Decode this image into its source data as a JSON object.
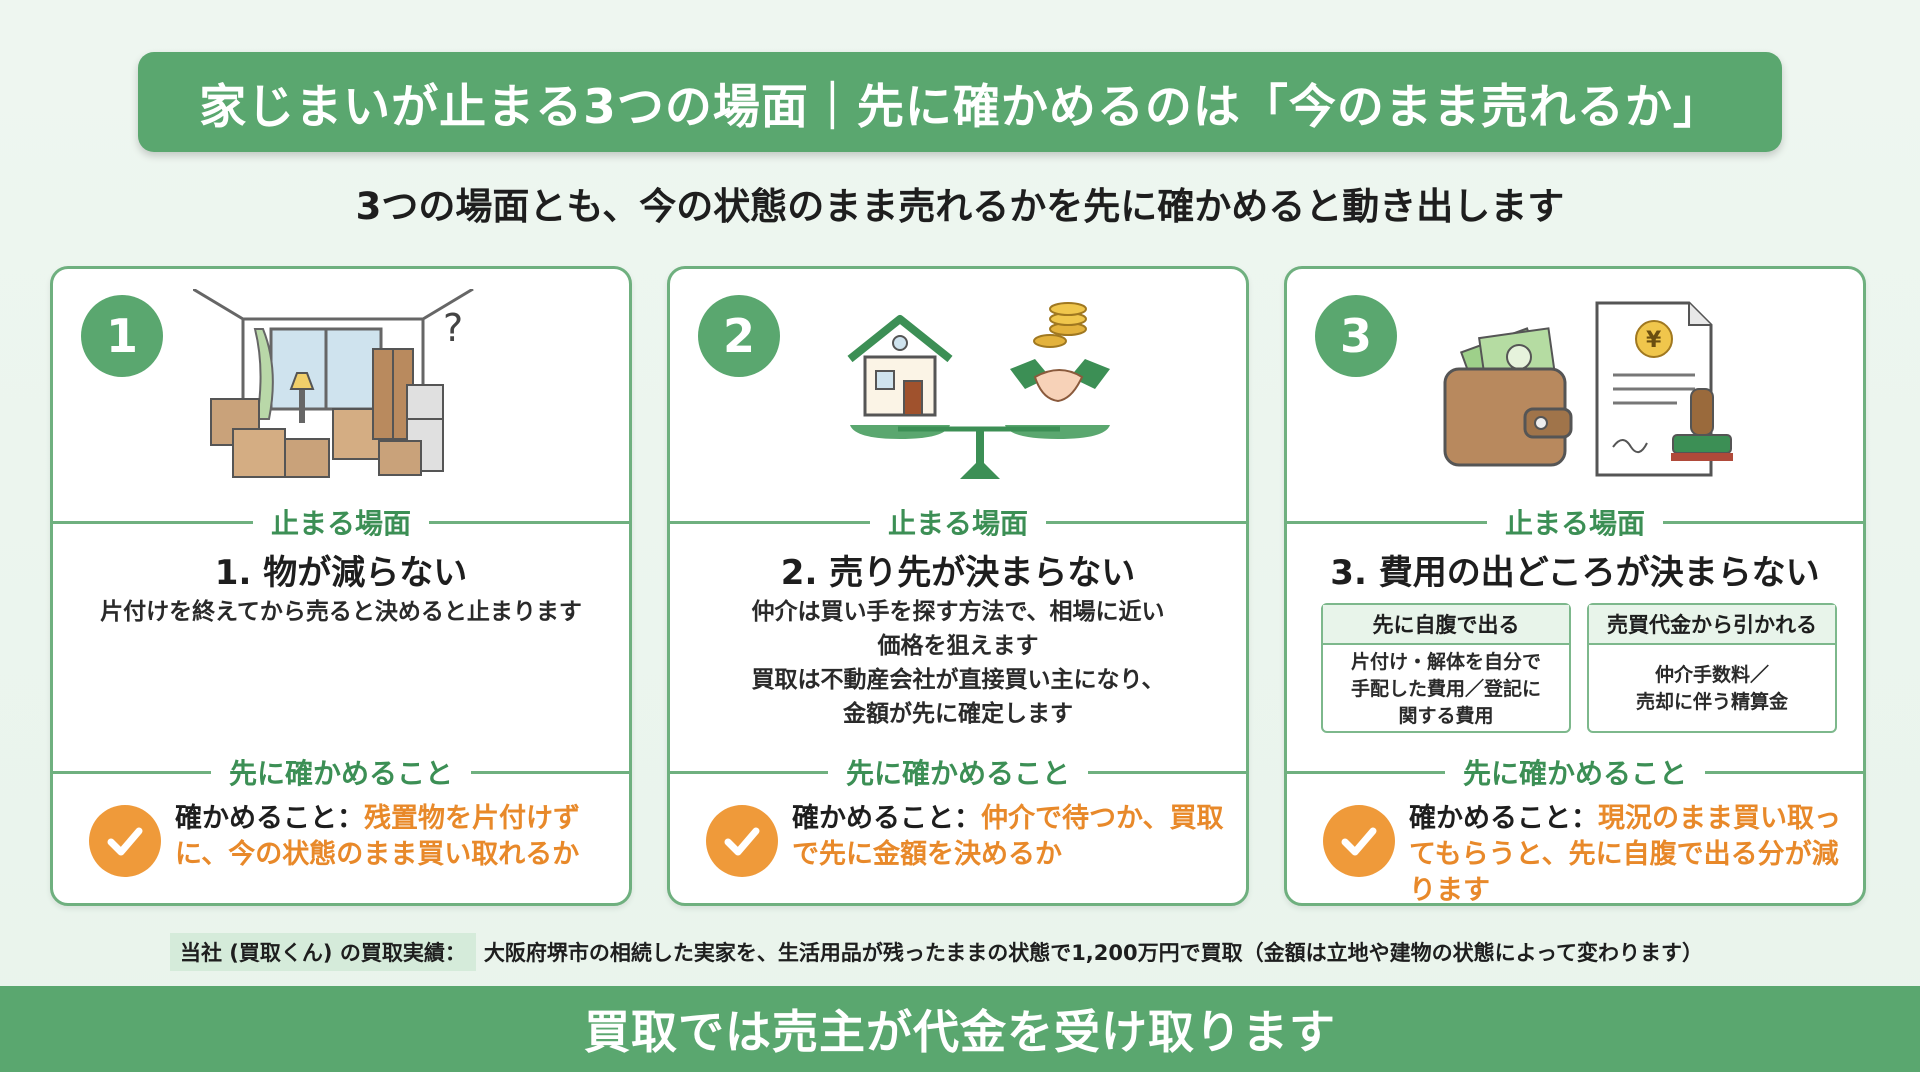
{
  "header": {
    "title": "家じまいが止まる3つの場面｜先に確かめるのは「今のまま売れるか」",
    "subtitle": "3つの場面とも、今の状態のまま売れるかを先に確かめると動き出します"
  },
  "cards": [
    {
      "number": "1",
      "section_label": "止まる場面",
      "scene_title": "1. 物が減らない",
      "desc_lines": [
        "片付けを終えてから売ると決めると止まります"
      ],
      "check_section_label": "先に確かめること",
      "check_label": "確かめること：",
      "check_value": "残置物を片付けずに、今の状態のまま買い取れるか"
    },
    {
      "number": "2",
      "section_label": "止まる場面",
      "scene_title": "2. 売り先が決まらない",
      "desc_lines": [
        "仲介は買い手を探す方法で、相場に近い",
        "価格を狙えます",
        "買取は不動産会社が直接買い主になり、",
        "金額が先に確定します"
      ],
      "check_section_label": "先に確かめること",
      "check_label": "確かめること：",
      "check_value": "仲介で待つか、買取で先に金額を決めるか"
    },
    {
      "number": "3",
      "section_label": "止まる場面",
      "scene_title": "3. 費用の出どころが決まらない",
      "boxes": [
        {
          "title": "先に自腹で出る",
          "lines": [
            "片付け・解体を自分で",
            "手配した費用／登記に",
            "関する費用"
          ]
        },
        {
          "title": "売買代金から引かれる",
          "lines": [
            "仲介手数料／",
            "売却に伴う精算金"
          ]
        }
      ],
      "check_section_label": "先に確かめること",
      "check_label": "確かめること：",
      "check_value": "現況のまま買い取ってもらうと、先に自腹で出る分が減ります"
    }
  ],
  "record": {
    "label": "当社 (買取くん) の買取実績：",
    "text": "大阪府堺市の相続した実家を、生活用品が残ったままの状態で1,200万円で買取（金額は立地や建物の状態によって変わります）"
  },
  "footer": {
    "text": "買取では売主が代金を受け取ります"
  },
  "icons": {
    "card1": "cluttered-room-icon",
    "card2": "house-and-handshake-balance-icon",
    "card3": "wallet-and-yen-document-icon",
    "check": "check-icon"
  },
  "colors": {
    "primary_green": "#5aa76f",
    "accent_orange": "#e8892a",
    "check_orange": "#ef9a3a"
  }
}
